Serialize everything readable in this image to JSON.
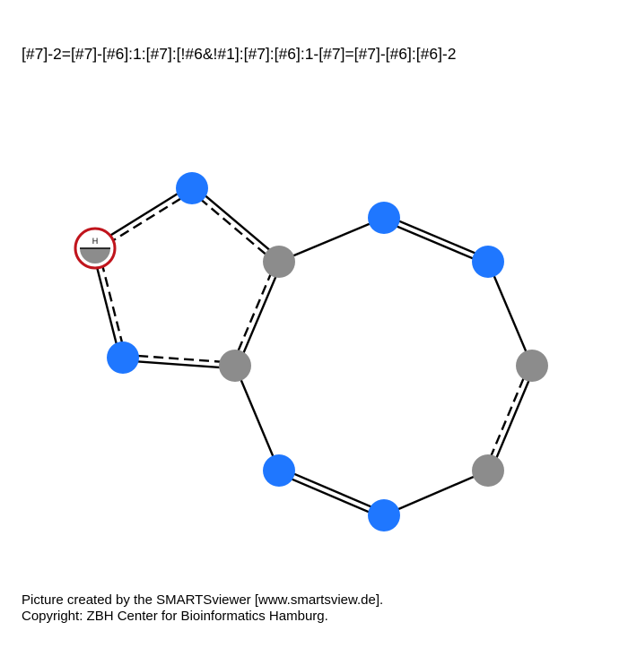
{
  "smarts": "[#7]-2=[#7]-[#6]:1:[#7]:[!#6&!#1]:[#7]:[#6]:1-[#7]=[#7]-[#6]:[#6]-2",
  "footer": {
    "line1": "Picture created by the SMARTSviewer [www.smartsview.de].",
    "line2": "Copyright: ZBH Center for Bioinformatics Hamburg."
  },
  "colors": {
    "nitrogen": "#1f77ff",
    "carbon": "#8c8c8c",
    "highlight_ring": "#c0141c",
    "bond": "#000000"
  },
  "molecule": {
    "atoms": [
      {
        "id": "N1",
        "element": "N"
      },
      {
        "id": "H2",
        "element": "not-C-not-H",
        "label": "H",
        "highlighted": true
      },
      {
        "id": "N3",
        "element": "N"
      },
      {
        "id": "C4",
        "element": "C"
      },
      {
        "id": "C5",
        "element": "C"
      },
      {
        "id": "N6",
        "element": "N"
      },
      {
        "id": "N7",
        "element": "N"
      },
      {
        "id": "C8",
        "element": "C"
      },
      {
        "id": "C9",
        "element": "C"
      },
      {
        "id": "N10",
        "element": "N"
      },
      {
        "id": "N11",
        "element": "N"
      }
    ],
    "bonds": [
      {
        "a": "N1",
        "b": "H2",
        "order": "aromatic"
      },
      {
        "a": "H2",
        "b": "N3",
        "order": "aromatic"
      },
      {
        "a": "N3",
        "b": "C4",
        "order": "aromatic"
      },
      {
        "a": "C4",
        "b": "C5",
        "order": "aromatic"
      },
      {
        "a": "C5",
        "b": "N1",
        "order": "aromatic"
      },
      {
        "a": "C5",
        "b": "N10",
        "order": "single"
      },
      {
        "a": "N10",
        "b": "N11",
        "order": "double"
      },
      {
        "a": "N11",
        "b": "C9",
        "order": "single"
      },
      {
        "a": "C9",
        "b": "C8",
        "order": "aromatic"
      },
      {
        "a": "C8",
        "b": "N7",
        "order": "single"
      },
      {
        "a": "N7",
        "b": "N6",
        "order": "double"
      },
      {
        "a": "N6",
        "b": "C4",
        "order": "single"
      }
    ]
  }
}
